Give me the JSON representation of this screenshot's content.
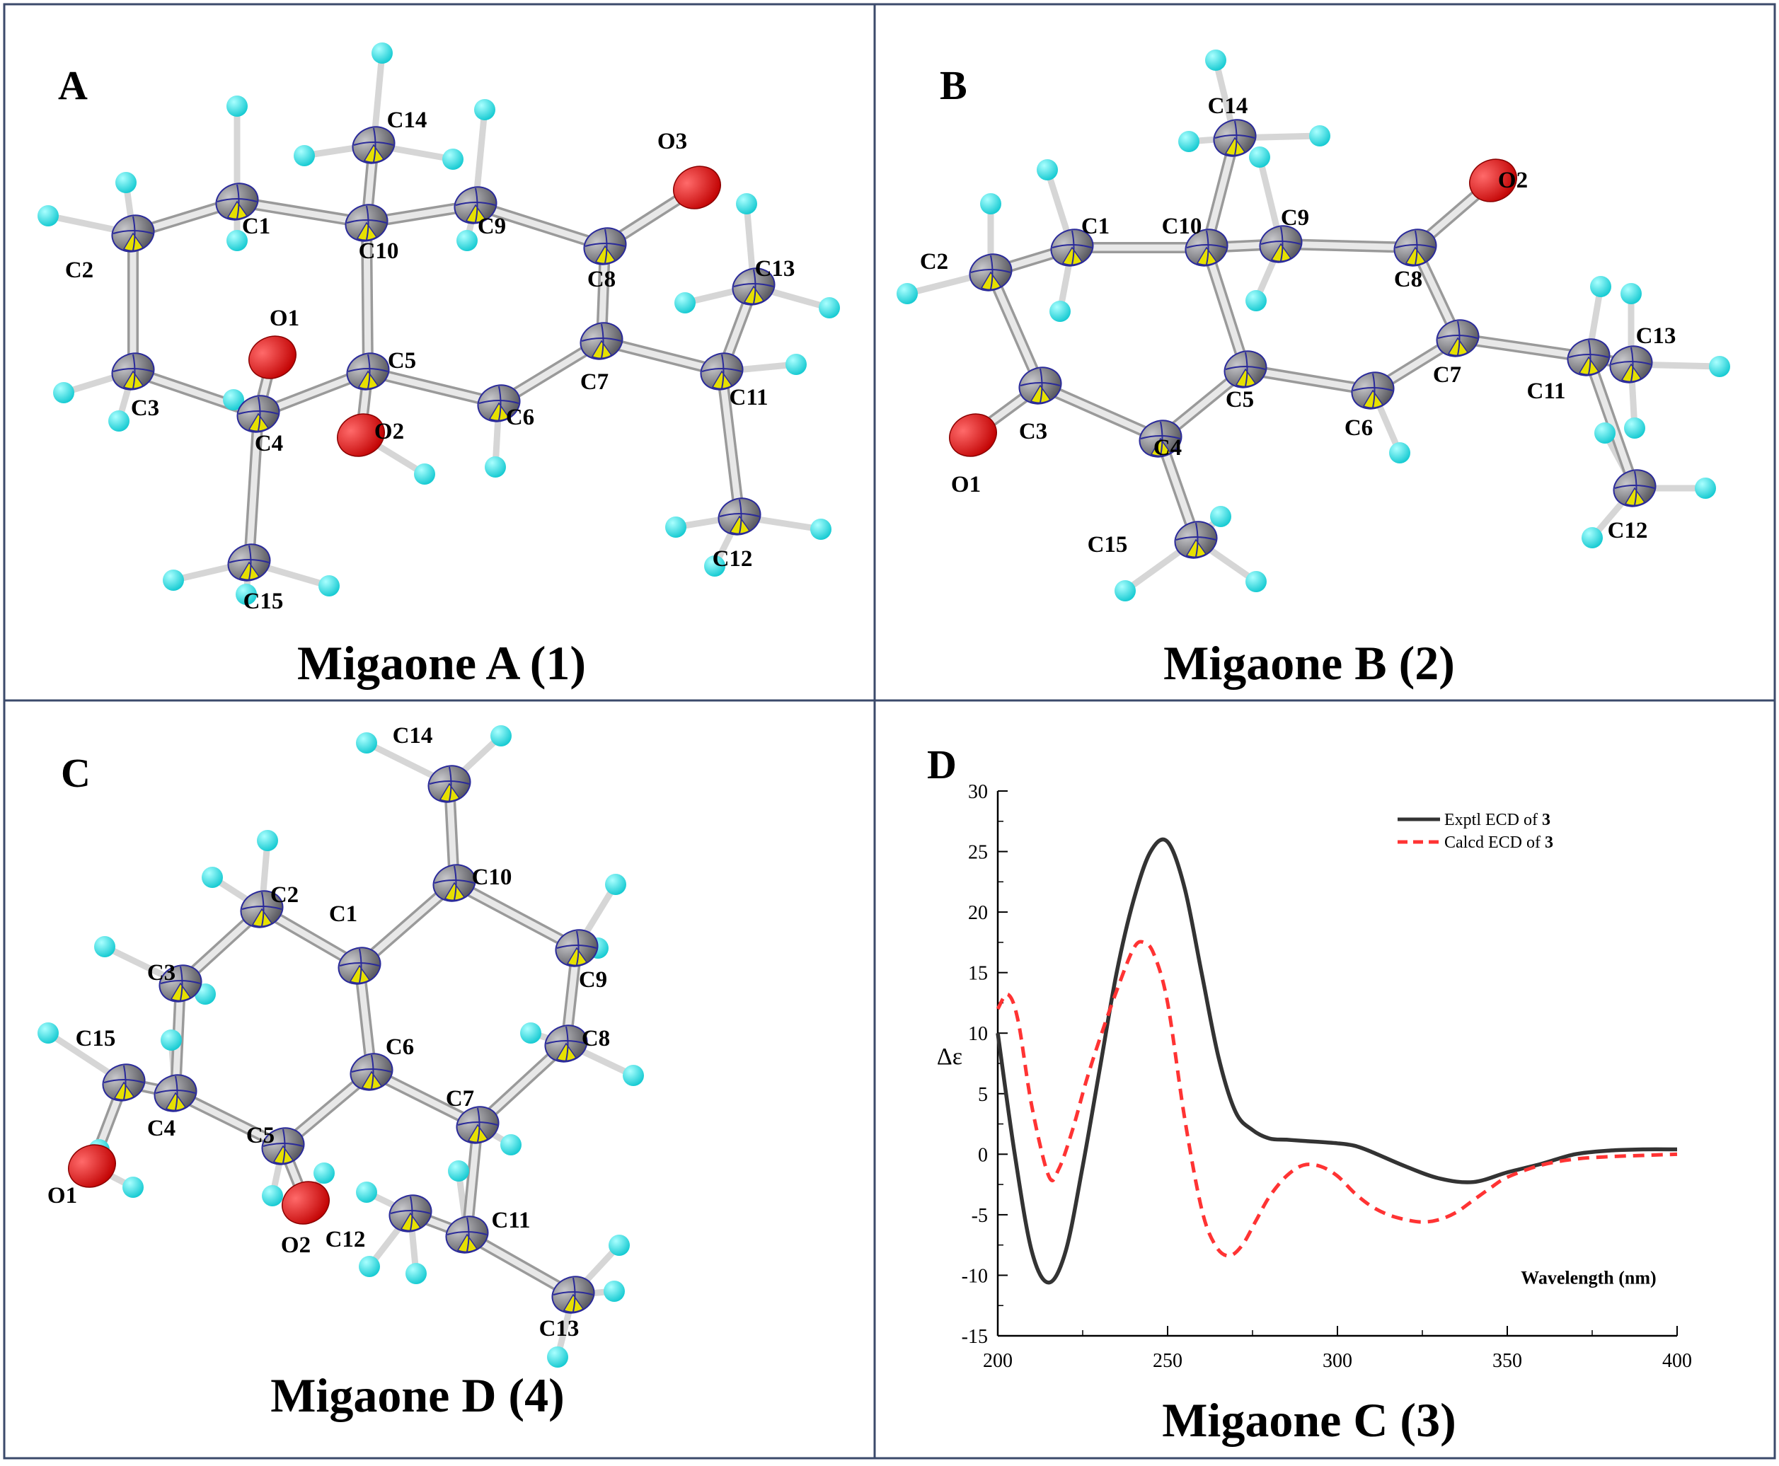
{
  "panels": {
    "A": {
      "letter": "A",
      "caption": "Migaone A (1)",
      "atom_labels": [
        "C1",
        "C2",
        "C3",
        "C4",
        "C5",
        "C6",
        "C7",
        "C8",
        "C9",
        "C10",
        "C11",
        "C12",
        "C13",
        "C14",
        "C15",
        "O1",
        "O2",
        "O3"
      ]
    },
    "B": {
      "letter": "B",
      "caption": "Migaone B (2)",
      "atom_labels": [
        "C1",
        "C2",
        "C3",
        "C4",
        "C5",
        "C6",
        "C7",
        "C8",
        "C9",
        "C10",
        "C11",
        "C12",
        "C13",
        "C14",
        "C15",
        "O1",
        "O2"
      ]
    },
    "C": {
      "letter": "C",
      "caption": "Migaone D (4)",
      "atom_labels": [
        "C1",
        "C2",
        "C3",
        "C4",
        "C5",
        "C6",
        "C7",
        "C8",
        "C9",
        "C10",
        "C11",
        "C12",
        "C13",
        "C14",
        "C15",
        "O1",
        "O2"
      ]
    },
    "D": {
      "letter": "D",
      "caption": "Migaone C (3)"
    }
  },
  "chart_data": {
    "type": "line",
    "xlabel": "Wavelength (nm)",
    "ylabel": "Δε",
    "xlim": [
      200,
      400
    ],
    "ylim": [
      -15,
      30
    ],
    "x_ticks": [
      200,
      250,
      300,
      350,
      400
    ],
    "y_ticks": [
      -15,
      -10,
      -5,
      0,
      5,
      10,
      15,
      20,
      25,
      30
    ],
    "legend_position": "top-right",
    "series": [
      {
        "name": "Exptl ECD of 3",
        "legend_prefix": "Exptl ECD of ",
        "legend_bold": "3",
        "color": "#333333",
        "style": "solid",
        "x": [
          200,
          205,
          210,
          215,
          220,
          225,
          230,
          235,
          240,
          245,
          250,
          255,
          260,
          265,
          270,
          275,
          280,
          285,
          290,
          300,
          305,
          310,
          320,
          330,
          340,
          350,
          360,
          370,
          380,
          390,
          400
        ],
        "y": [
          10,
          0,
          -8,
          -10.6,
          -8,
          -1,
          7,
          15,
          21,
          25,
          25.8,
          22,
          15,
          8,
          3.5,
          2,
          1.3,
          1.2,
          1.1,
          0.9,
          0.7,
          0.2,
          -1,
          -2,
          -2.3,
          -1.5,
          -0.8,
          0,
          0.3,
          0.4,
          0.4
        ]
      },
      {
        "name": "Calcd ECD of 3",
        "legend_prefix": "Calcd ECD of ",
        "legend_bold": "3",
        "color": "#ff3333",
        "style": "dashed",
        "x": [
          200,
          203,
          206,
          210,
          215,
          218,
          222,
          226,
          230,
          235,
          240,
          243,
          246,
          250,
          255,
          260,
          264,
          268,
          272,
          276,
          280,
          285,
          290,
          295,
          300,
          305,
          310,
          315,
          320,
          325,
          330,
          335,
          340,
          345,
          350,
          360,
          370,
          380,
          390,
          400
        ],
        "y": [
          12,
          13.2,
          11,
          4,
          -1.8,
          -1.2,
          2,
          6,
          9.5,
          13.5,
          17,
          17.5,
          16.5,
          12.5,
          3,
          -4.5,
          -7.5,
          -8.4,
          -7.5,
          -5.5,
          -3.5,
          -1.8,
          -0.9,
          -1,
          -1.8,
          -3.2,
          -4.3,
          -5,
          -5.4,
          -5.6,
          -5.4,
          -4.8,
          -3.8,
          -2.8,
          -1.9,
          -0.9,
          -0.4,
          -0.2,
          -0.1,
          0
        ]
      }
    ]
  },
  "colors": {
    "carbon": "#7a7a82",
    "carbon_octant": "#e6e000",
    "oxygen": "#e0000e",
    "hydrogen": "#21e4e6",
    "bond": "#cfcfcf",
    "panel_border": "#3b4a6b"
  }
}
